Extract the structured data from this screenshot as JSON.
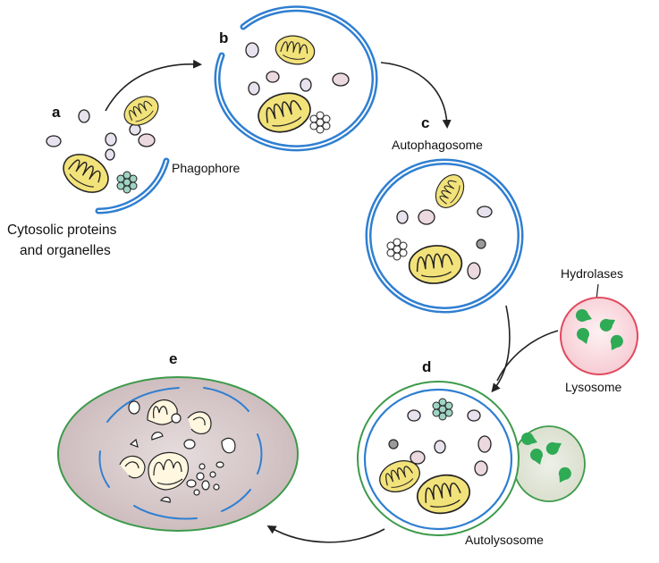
{
  "stages": {
    "a": {
      "letter": "a",
      "caption_line1": "Cytosolic proteins",
      "caption_line2": "and organelles"
    },
    "b": {
      "letter": "b",
      "caption": "Phagophore"
    },
    "c": {
      "letter": "c",
      "caption": "Autophagosome"
    },
    "d": {
      "letter": "d",
      "caption": "Autolysosome"
    },
    "e": {
      "letter": "e"
    }
  },
  "lysosome": {
    "caption": "Lysosome",
    "enzyme_label": "Hydrolases"
  },
  "colors": {
    "membrane_blue": "#2f7fd1",
    "membrane_green": "#3c9a4a",
    "lysosome_fill": "#fbe6ea",
    "lysosome_edge": "#e04a5e",
    "enzyme_green": "#2faa55",
    "mito_fill": "#f2e27a",
    "vesicle_fill": "#e7e2ee",
    "vesicle_pink": "#ecd8df",
    "degraded_fill": "#cdbdc0"
  }
}
